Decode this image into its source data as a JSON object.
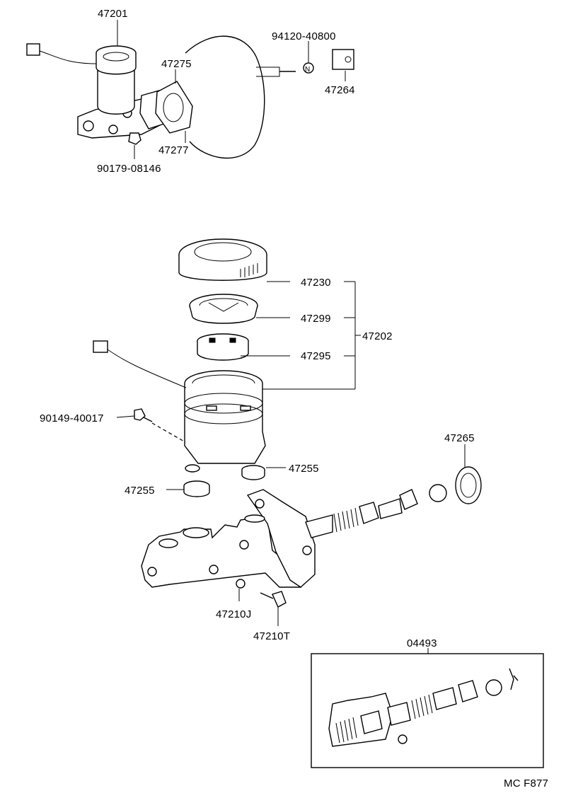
{
  "labels": {
    "p47201": "47201",
    "p94120": "94120-40800",
    "p47275": "47275",
    "p47264": "47264",
    "p47277": "47277",
    "p90179": "90179-08146",
    "p47230": "47230",
    "p47299": "47299",
    "p47202": "47202",
    "p47295": "47295",
    "p90149": "90149-40017",
    "p47265": "47265",
    "p47255a": "47255",
    "p47255b": "47255",
    "p47210J": "47210J",
    "p47210T": "47210T",
    "p04493": "04493",
    "code": "MC F877"
  }
}
